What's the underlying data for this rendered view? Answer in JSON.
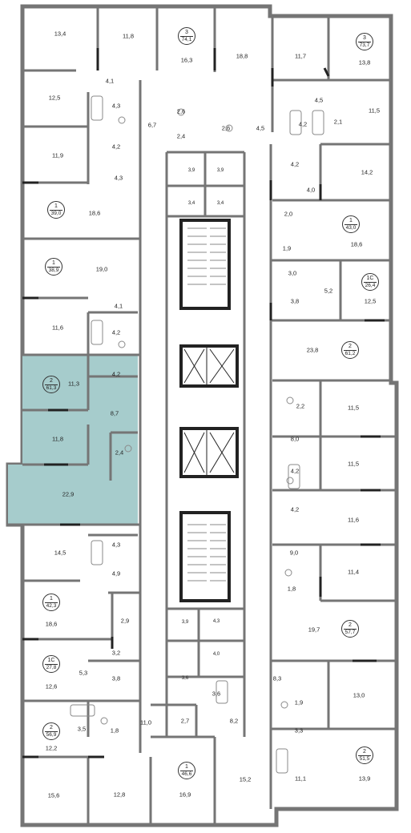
{
  "colors": {
    "highlight": "#a6cccc",
    "wall": "#757575",
    "wall_dark": "#222222",
    "fixture": "#8a8a8a"
  },
  "apartments": [
    {
      "rooms": "3",
      "area": "74,1"
    },
    {
      "rooms": "3",
      "area": "73,7"
    },
    {
      "rooms": "1",
      "area": "39,0"
    },
    {
      "rooms": "1",
      "area": "43,0"
    },
    {
      "rooms": "1",
      "area": "38,9"
    },
    {
      "rooms": "1С",
      "area": "26,4"
    },
    {
      "rooms": "2",
      "area": "61,2"
    },
    {
      "rooms": "2",
      "area": "61,3"
    },
    {
      "rooms": "1",
      "area": "42,3"
    },
    {
      "rooms": "2",
      "area": "57,7"
    },
    {
      "rooms": "1С",
      "area": "27,8"
    },
    {
      "rooms": "2",
      "area": "56,9"
    },
    {
      "rooms": "2",
      "area": "51,5"
    },
    {
      "rooms": "1",
      "area": "46,6"
    }
  ],
  "rooms": [
    "13,4",
    "11,8",
    "16,3",
    "18,8",
    "11,7",
    "13,8",
    "12,5",
    "4,1",
    "4,3",
    "4,2",
    "6,7",
    "2,6",
    "2,4",
    "2,6",
    "4,5",
    "4,5",
    "4,2",
    "2,1",
    "11,5",
    "11,9",
    "4,3",
    "3,9",
    "3,9",
    "3,4",
    "3,4",
    "4,2",
    "14,2",
    "4,0",
    "18,6",
    "2,0",
    "18,6",
    "19,0",
    "1,9",
    "3,0",
    "5,2",
    "3,8",
    "12,5",
    "4,1",
    "11,6",
    "4,2",
    "23,8",
    "11,3",
    "4,2",
    "2,2",
    "8,7",
    "11,5",
    "11,8",
    "2,4",
    "8,0",
    "11,5",
    "4,2",
    "22,9",
    "4,2",
    "11,6",
    "4,3",
    "14,5",
    "9,0",
    "4,9",
    "1,8",
    "11,4",
    "2,9",
    "19,7",
    "18,6",
    "3,2",
    "3,9",
    "4,3",
    "4,0",
    "5,3",
    "3,8",
    "3,6",
    "8,3",
    "12,6",
    "3,6",
    "13,0",
    "1,9",
    "11,0",
    "8,2",
    "2,7",
    "3,5",
    "1,8",
    "12,2",
    "3,3",
    "11,1",
    "13,9",
    "15,6",
    "12,8",
    "16,9",
    "15,2"
  ]
}
